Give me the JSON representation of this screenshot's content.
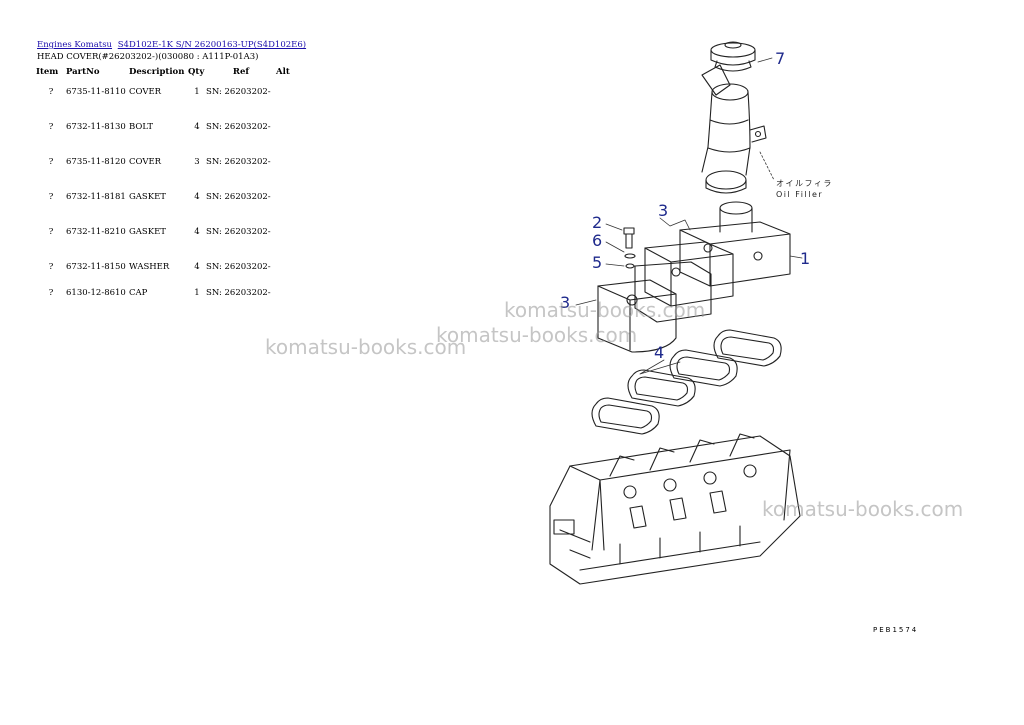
{
  "breadcrumb": {
    "link1": "Engines Komatsu",
    "link2": "S4D102E-1K S/N 26200163-UP(S4D102E6)"
  },
  "subtitle": "HEAD COVER(#26203202-)(030080 : A111P-01A3)",
  "table": {
    "headers": [
      "Item",
      "PartNo",
      "Description",
      "Qty",
      "Ref",
      "Alt"
    ],
    "rows": [
      {
        "item": "?",
        "part": "6735-11-8110",
        "desc": "COVER",
        "qty": "1",
        "ref": "SN: 26203202-",
        "alt": ""
      },
      {
        "item": "?",
        "part": "6732-11-8130",
        "desc": "BOLT",
        "qty": "4",
        "ref": "SN: 26203202-",
        "alt": ""
      },
      {
        "item": "?",
        "part": "6735-11-8120",
        "desc": "COVER",
        "qty": "3",
        "ref": "SN: 26203202-",
        "alt": ""
      },
      {
        "item": "?",
        "part": "6732-11-8181",
        "desc": "GASKET",
        "qty": "4",
        "ref": "SN: 26203202-",
        "alt": ""
      },
      {
        "item": "?",
        "part": "6732-11-8210",
        "desc": "GASKET",
        "qty": "4",
        "ref": "SN: 26203202-",
        "alt": ""
      },
      {
        "item": "?",
        "part": "6732-11-8150",
        "desc": "WASHER",
        "qty": "4",
        "ref": "SN: 26203202-",
        "alt": ""
      },
      {
        "item": "?",
        "part": "6130-12-8610",
        "desc": "CAP",
        "qty": "1",
        "ref": "SN: 26203202-",
        "alt": ""
      }
    ]
  },
  "diagram": {
    "callouts": [
      "7",
      "2",
      "6",
      "5",
      "3",
      "3",
      "1",
      "4"
    ],
    "oil_filler_jp": "オイルフィラ",
    "oil_filler_en": "Oil Filler",
    "code": "PEB1574"
  },
  "watermark": "komatsu-books.com",
  "colors": {
    "link": "#1a0dab",
    "callout": "#1f2a8c"
  }
}
